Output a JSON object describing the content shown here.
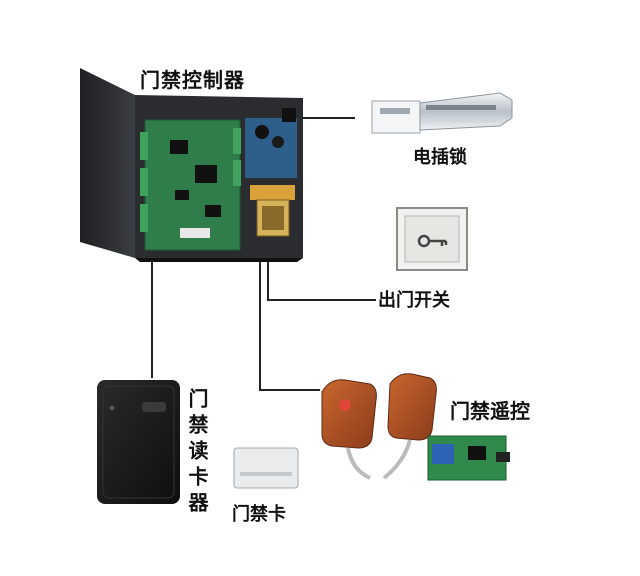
{
  "labels": {
    "controller": "门禁控制器",
    "electric_lock": "电插锁",
    "exit_button": "出门开关",
    "card_reader": "门禁读卡器",
    "access_card": "门禁卡",
    "remote_control": "门禁遥控"
  },
  "colors": {
    "wire": "#222222",
    "cabinet": "#2b2d30",
    "pcb": "#2f7d4a",
    "reader": "#1c1c1c",
    "remote": "#b0552a"
  }
}
